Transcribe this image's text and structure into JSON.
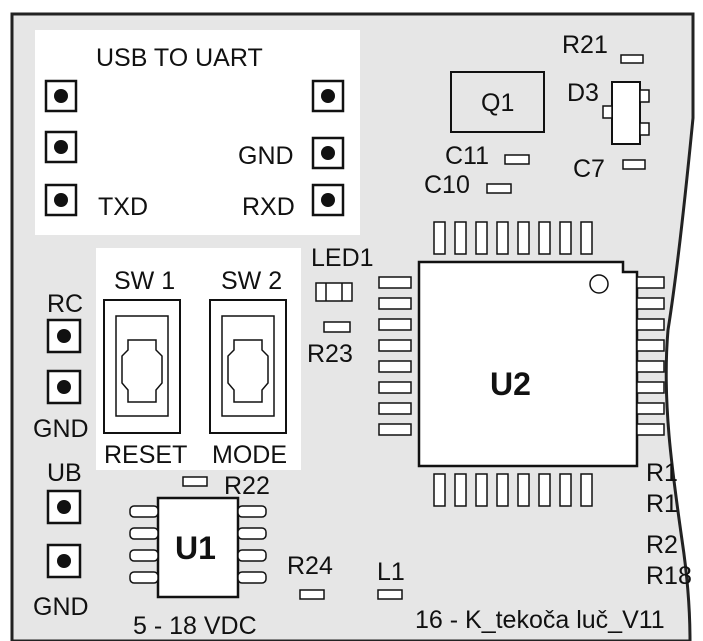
{
  "board": {
    "background_color": "#e6e6e6",
    "outline_color": "#222222",
    "footer_label": "16 - K_tekoča luč_V11"
  },
  "usb_header": {
    "title": "USB TO UART",
    "left_pin_labels": [
      "",
      "",
      "TXD"
    ],
    "right_pin_labels": [
      "",
      "GND",
      "RXD"
    ]
  },
  "components": {
    "q1": "Q1",
    "d3": "D3",
    "r21": "R21",
    "c11": "C11",
    "c10": "C10",
    "c7": "C7",
    "led1": "LED1",
    "r23": "R23",
    "u2": "U2",
    "u1": "U1",
    "r22": "R22",
    "r24": "R24",
    "l1": "L1",
    "right_edge_labels": [
      "R1",
      "R1",
      "R2",
      "R18"
    ]
  },
  "switches": {
    "sw1_label": "SW 1",
    "sw2_label": "SW 2",
    "sw1_function": "RESET",
    "sw2_function": "MODE"
  },
  "left_connectors": {
    "rc": "RC",
    "gnd_top": "GND",
    "ub": "UB",
    "gnd_bottom": "GND",
    "supply": "5 - 18 VDC"
  }
}
